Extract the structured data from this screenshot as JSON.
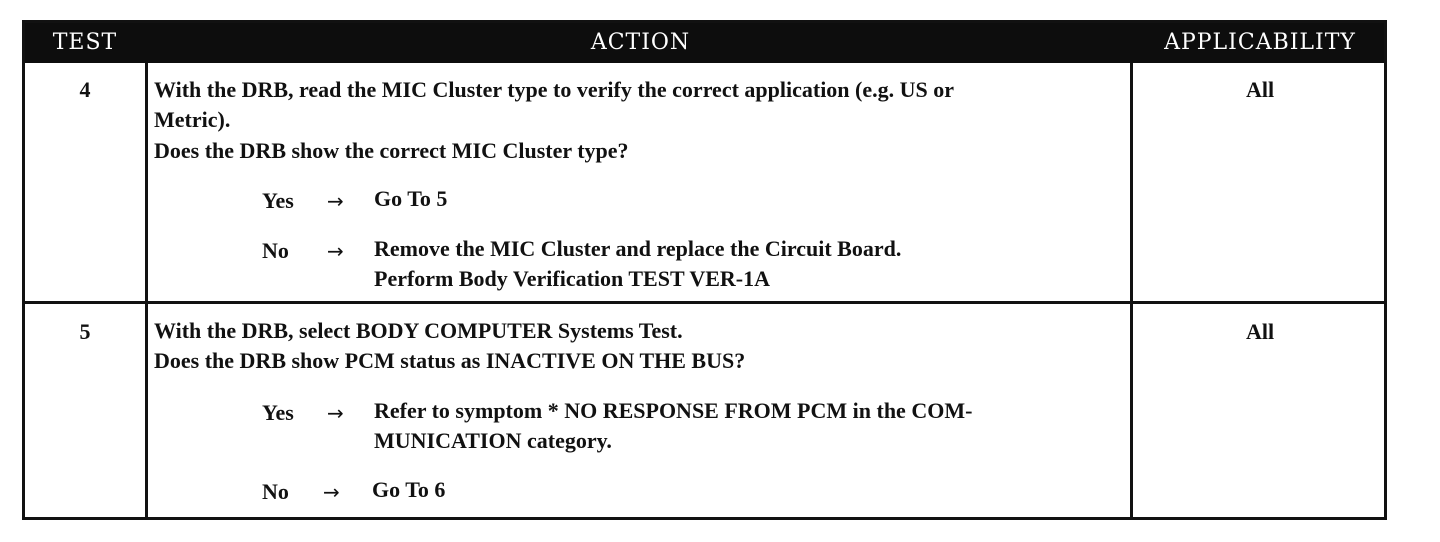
{
  "header": {
    "test": "TEST",
    "action": "ACTION",
    "applicability": "APPLICABILITY"
  },
  "rows": [
    {
      "test": "4",
      "applicability": "All",
      "action_lines": [
        "With the DRB, read the MIC Cluster type to verify the correct application (e.g. US or",
        "Metric).",
        "Does the DRB show the correct MIC Cluster type?"
      ],
      "yes_label": "Yes",
      "yes_arrow": "→",
      "yes_text": [
        "Go To   5"
      ],
      "no_label": "No",
      "no_arrow": "→",
      "no_text": [
        "Remove the MIC Cluster and replace the Circuit Board.",
        "Perform Body Verification TEST VER-1A"
      ]
    },
    {
      "test": "5",
      "applicability": "All",
      "action_lines": [
        "With the DRB, select BODY COMPUTER Systems Test.",
        "Does the DRB show PCM status as INACTIVE ON THE BUS?"
      ],
      "yes_label": "Yes",
      "yes_arrow": "→",
      "yes_text": [
        "Refer to symptom * NO RESPONSE FROM PCM in the COM-",
        "MUNICATION category."
      ],
      "no_label": "No",
      "no_arrow": "→",
      "no_text": [
        "Go To   6"
      ]
    }
  ]
}
